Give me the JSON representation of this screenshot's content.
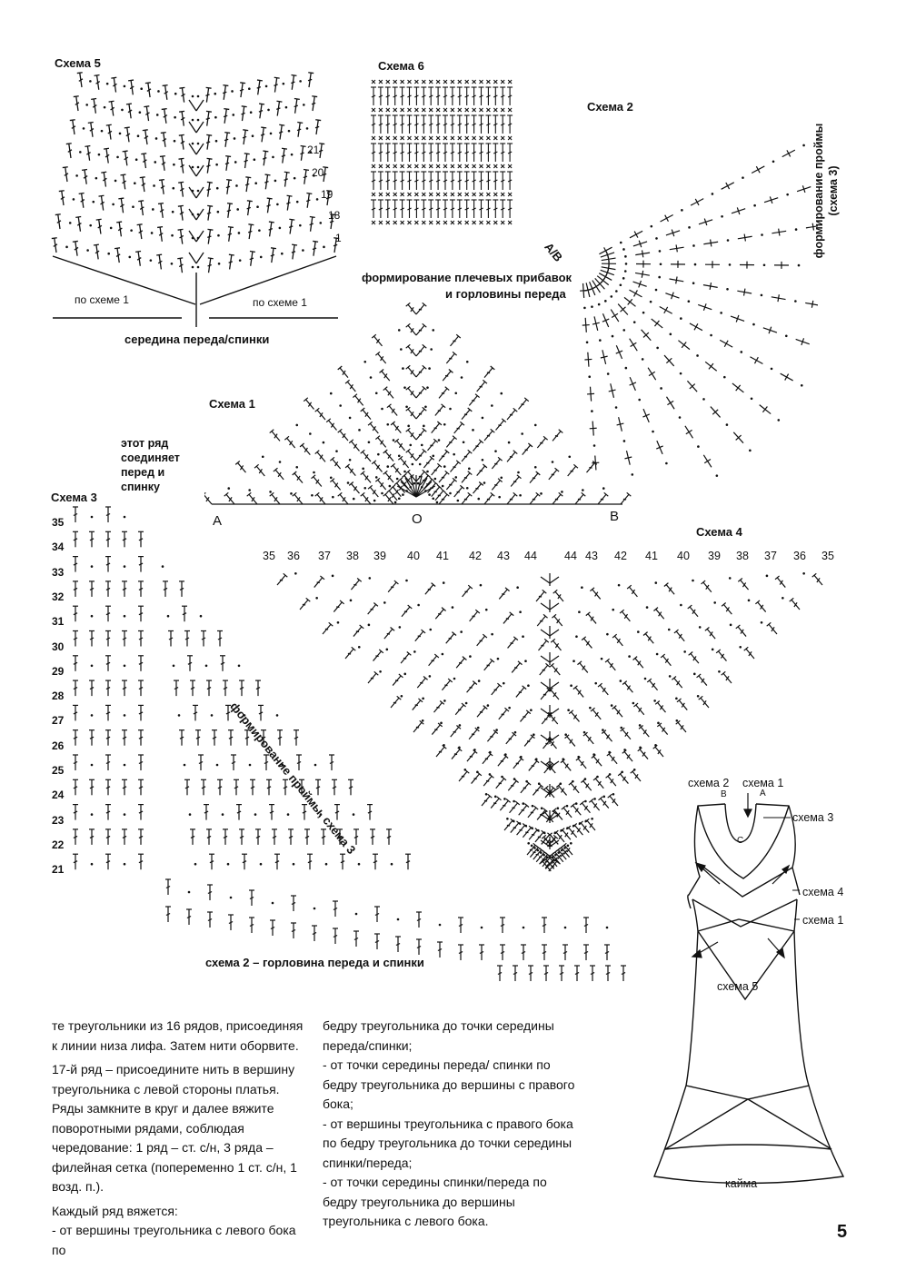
{
  "page_number": "5",
  "schemes": {
    "s5": {
      "title": "Схема 5",
      "rows": [
        "21",
        "20",
        "19",
        "18",
        "1"
      ],
      "left_note": "по схеме 1",
      "right_note": "по схеме 1",
      "center": "середина переда/спинки"
    },
    "s6": {
      "title": "Схема 6"
    },
    "s2": {
      "title": "Схема 2",
      "armhole": "формирование проймы",
      "armhole_ref": "(схема 3)",
      "corner": "A/B",
      "note_line1": "формирование плечевых прибавок",
      "note_line2": "и горловины переда"
    },
    "s1": {
      "title": "Схема 1",
      "a": "A",
      "o": "O",
      "b": "B"
    },
    "s3": {
      "title": "Схема 3",
      "note": [
        "этот ряд",
        "соединяет",
        "перед и",
        "спинку"
      ],
      "rows": [
        "35",
        "34",
        "33",
        "32",
        "31",
        "30",
        "29",
        "28",
        "27",
        "26",
        "25",
        "24",
        "23",
        "22",
        "21"
      ],
      "armhole": "формирование проймы, схема 3",
      "bottom": "схема 2 – горловина переда и спинки"
    },
    "s4": {
      "title": "Схема 4",
      "top_numbers": [
        "35",
        "36",
        "37",
        "38",
        "39",
        "40",
        "41",
        "42",
        "43",
        "44",
        "44",
        "43",
        "42",
        "41",
        "40",
        "39",
        "38",
        "37",
        "36",
        "35"
      ]
    }
  },
  "dress": {
    "s2": "схема 2",
    "s1": "схема 1",
    "b": "B",
    "a": "A",
    "c": "C",
    "s3": "схема 3",
    "s4": "схема 4",
    "s1b": "схема 1",
    "s5": "схема 5",
    "trim": "кайма"
  },
  "text_left": [
    "те треугольники из 16 рядов, присоединяя к линии низа лифа. Затем нити оборвите.",
    "17-й ряд – присоедините нить в вершину треугольника с левой стороны платья. Ряды замкните в круг и далее вяжите поворотными рядами, соблюдая чередование: 1 ряд – ст. с/н, 3 ряда – филейная сетка (попеременно 1 ст. с/н, 1 возд. п.).",
    "Каждый ряд вяжется:",
    "- от вершины треугольника с левого бока по"
  ],
  "text_right": [
    "бедру треугольника до точки середины переда/спинки;",
    "- от точки середины переда/ спинки по бедру треугольника до вершины с правого бока;",
    "- от вершины треугольника с правого бока по бедру треугольника до точки середины спинки/переда;",
    "- от точки середины спинки/переда по бедру треугольника до вершины треугольника с левого бока."
  ]
}
